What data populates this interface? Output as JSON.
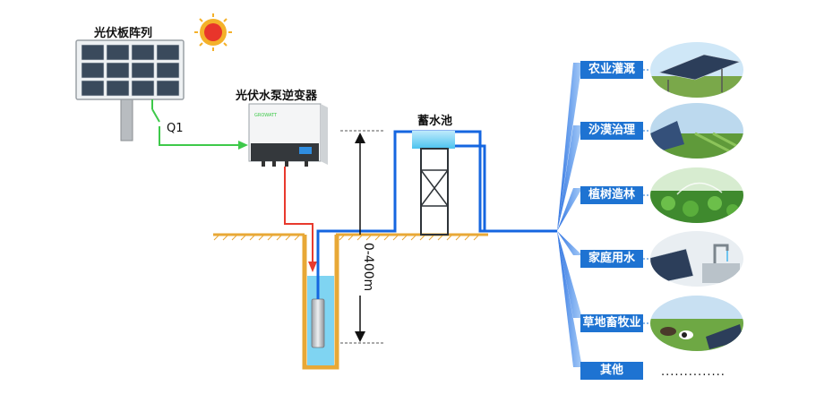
{
  "labels": {
    "pv_array": "光伏板阵列",
    "inverter": "光伏水泵逆变器",
    "switch": "Q1",
    "tank": "蓄水池",
    "depth": "0-400m",
    "inverter_brand": "GROWATT"
  },
  "applications": [
    {
      "label": "农业灌溉",
      "photo": "farm-irrigation-photo"
    },
    {
      "label": "沙漠治理",
      "photo": "desert-control-photo"
    },
    {
      "label": "植树造林",
      "photo": "afforestation-photo"
    },
    {
      "label": "家庭用水",
      "photo": "household-water-photo"
    },
    {
      "label": "草地畜牧业",
      "photo": "grassland-livestock-photo"
    },
    {
      "label": "其他",
      "photo": "others-ellipsis"
    }
  ],
  "others_ellipsis": "..............",
  "colors": {
    "pipe_blue": "#1566e0",
    "power_green": "#3ec94a",
    "power_red": "#e83a2e",
    "ground": "#e8a836",
    "water": "#7fd4f2",
    "label_bg": "#1e73d2",
    "sun": "#e8352b"
  }
}
